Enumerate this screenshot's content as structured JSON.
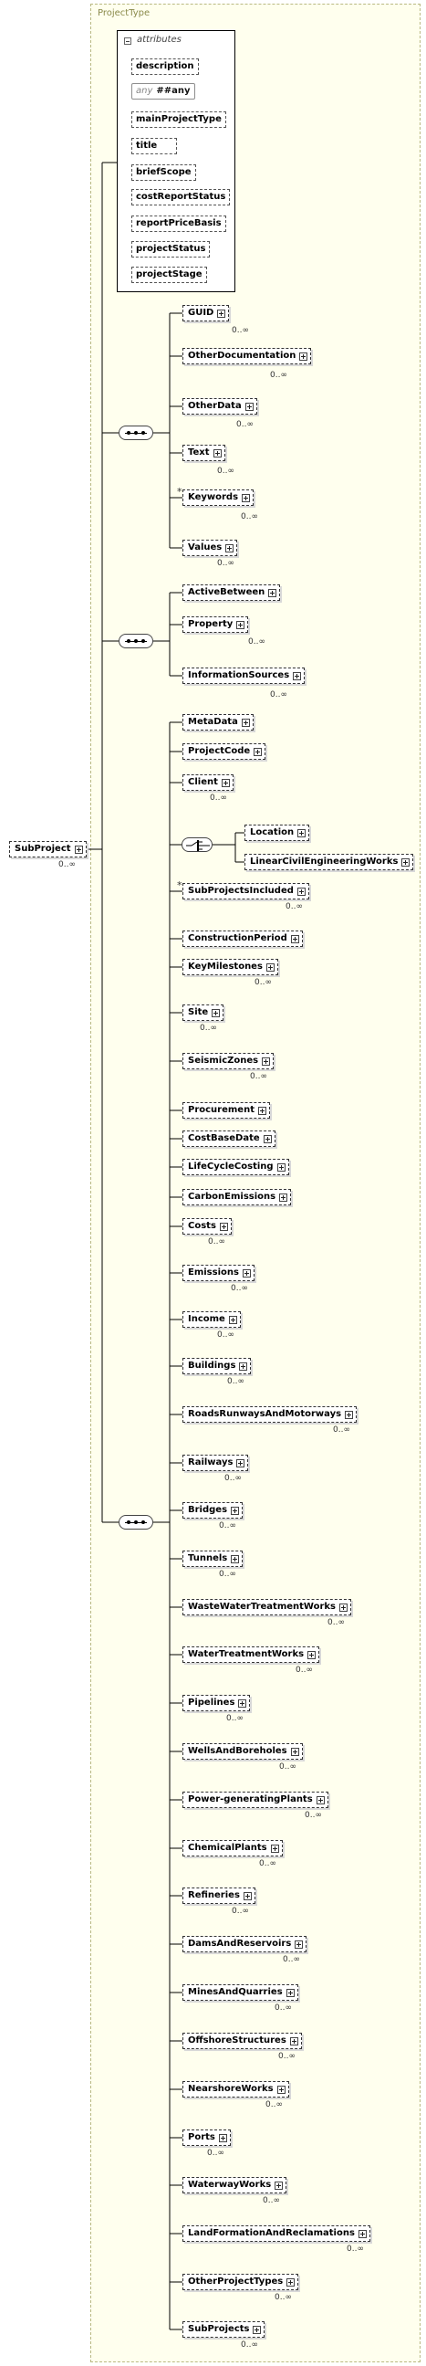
{
  "type_name": "ProjectType",
  "root": {
    "name": "SubProject",
    "cardinality": "0..∞"
  },
  "attributes": {
    "header": "attributes",
    "any_word": "any",
    "any_value": "##any",
    "items": [
      "description",
      "mainProjectType",
      "title",
      "briefScope",
      "costReportStatus",
      "reportPriceBasis",
      "projectStatus",
      "projectStage"
    ]
  },
  "sequence1": {
    "elements": [
      {
        "name": "GUID",
        "cardinality": "0..∞",
        "required": false
      },
      {
        "name": "OtherDocumentation",
        "cardinality": "0..∞",
        "required": false
      },
      {
        "name": "OtherData",
        "cardinality": "0..∞",
        "required": false
      },
      {
        "name": "Text",
        "cardinality": "0..∞",
        "required": false
      },
      {
        "name": "Keywords",
        "cardinality": "0..∞",
        "required": false
      },
      {
        "name": "Values",
        "cardinality": "0..∞",
        "required": false
      }
    ]
  },
  "sequence2": {
    "elements": [
      {
        "name": "ActiveBetween",
        "cardinality": "",
        "required": false
      },
      {
        "name": "Property",
        "cardinality": "0..∞",
        "required": false
      },
      {
        "name": "InformationSources",
        "cardinality": "0..∞",
        "required": false
      }
    ]
  },
  "sequence3": {
    "elements": [
      {
        "name": "MetaData",
        "cardinality": "",
        "required": false
      },
      {
        "name": "ProjectCode",
        "cardinality": "",
        "required": false
      },
      {
        "name": "Client",
        "cardinality": "0..∞",
        "required": false
      },
      {
        "name": "SubProjectsIncluded",
        "cardinality": "0..∞",
        "required": false
      },
      {
        "name": "ConstructionPeriod",
        "cardinality": "",
        "required": false
      },
      {
        "name": "KeyMilestones",
        "cardinality": "0..∞",
        "required": false
      },
      {
        "name": "Site",
        "cardinality": "0..∞",
        "required": false
      },
      {
        "name": "SeismicZones",
        "cardinality": "0..∞",
        "required": false
      },
      {
        "name": "Procurement",
        "cardinality": "",
        "required": false
      },
      {
        "name": "CostBaseDate",
        "cardinality": "",
        "required": false
      },
      {
        "name": "LifeCycleCosting",
        "cardinality": "",
        "required": false
      },
      {
        "name": "CarbonEmissions",
        "cardinality": "",
        "required": false
      },
      {
        "name": "Costs",
        "cardinality": "0..∞",
        "required": false
      },
      {
        "name": "Emissions",
        "cardinality": "0..∞",
        "required": false
      },
      {
        "name": "Income",
        "cardinality": "0..∞",
        "required": false
      },
      {
        "name": "Buildings",
        "cardinality": "0..∞",
        "required": false
      },
      {
        "name": "RoadsRunwaysAndMotorways",
        "cardinality": "0..∞",
        "required": false
      },
      {
        "name": "Railways",
        "cardinality": "0..∞",
        "required": false
      },
      {
        "name": "Bridges",
        "cardinality": "0..∞",
        "required": false
      },
      {
        "name": "Tunnels",
        "cardinality": "0..∞",
        "required": false
      },
      {
        "name": "WasteWaterTreatmentWorks",
        "cardinality": "0..∞",
        "required": false
      },
      {
        "name": "WaterTreatmentWorks",
        "cardinality": "0..∞",
        "required": false
      },
      {
        "name": "Pipelines",
        "cardinality": "0..∞",
        "required": false
      },
      {
        "name": "WellsAndBoreholes",
        "cardinality": "0..∞",
        "required": false
      },
      {
        "name": "Power-generatingPlants",
        "cardinality": "0..∞",
        "required": false
      },
      {
        "name": "ChemicalPlants",
        "cardinality": "0..∞",
        "required": false
      },
      {
        "name": "Refineries",
        "cardinality": "0..∞",
        "required": false
      },
      {
        "name": "DamsAndReservoirs",
        "cardinality": "0..∞",
        "required": false
      },
      {
        "name": "MinesAndQuarries",
        "cardinality": "0..∞",
        "required": false
      },
      {
        "name": "OffshoreStructures",
        "cardinality": "0..∞",
        "required": false
      },
      {
        "name": "NearshoreWorks",
        "cardinality": "0..∞",
        "required": false
      },
      {
        "name": "Ports",
        "cardinality": "0..∞",
        "required": false
      },
      {
        "name": "WaterwayWorks",
        "cardinality": "0..∞",
        "required": false
      },
      {
        "name": "LandFormationAndReclamations",
        "cardinality": "0..∞",
        "required": false
      },
      {
        "name": "OtherProjectTypes",
        "cardinality": "0..∞",
        "required": false
      },
      {
        "name": "SubProjects",
        "cardinality": "0..∞",
        "required": false
      }
    ]
  },
  "choice": {
    "elements": [
      {
        "name": "Location",
        "required": false
      },
      {
        "name": "LinearCivilEngineeringWorks",
        "required": false
      }
    ]
  },
  "colors": {
    "type_background": "#ffffee",
    "type_border": "#b9b982",
    "type_title": "#8a8a4b"
  }
}
